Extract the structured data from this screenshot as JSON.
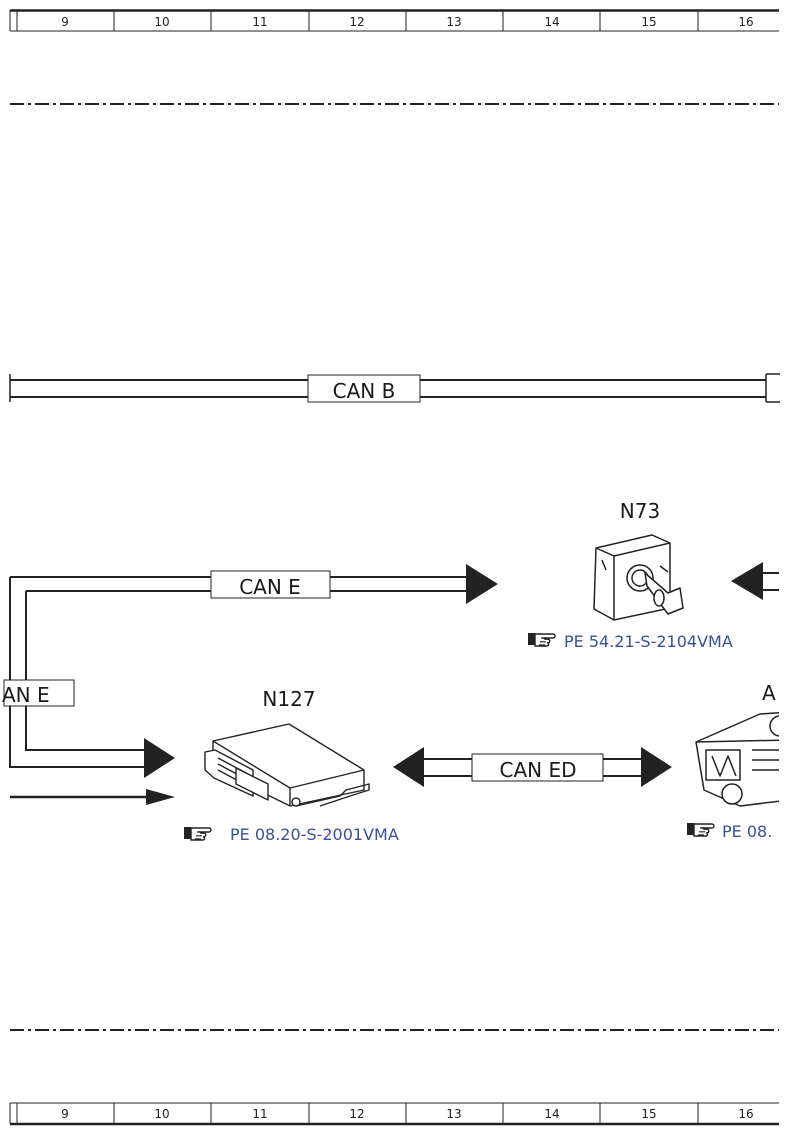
{
  "ruler": {
    "columns": [
      "9",
      "10",
      "11",
      "12",
      "13",
      "14",
      "15",
      "16"
    ]
  },
  "buses": {
    "can_b": "CAN B",
    "can_e_upper": "CAN E",
    "can_e_left": "AN E",
    "can_ed": "CAN ED"
  },
  "components": {
    "n73": {
      "label": "N73",
      "ref": "PE 54.21-S-2104VMA",
      "icon": "ignition-switch-icon"
    },
    "n127": {
      "label": "N127",
      "ref": "PE 08.20-S-2001VMA",
      "icon": "control-unit-icon"
    },
    "a_partial": {
      "label": "A",
      "ref": "PE 08.",
      "icon": "actuator-module-icon"
    }
  },
  "reference_icon": "pointing-hand-icon",
  "colors": {
    "line": "#222222",
    "link": "#3a4f9a"
  }
}
